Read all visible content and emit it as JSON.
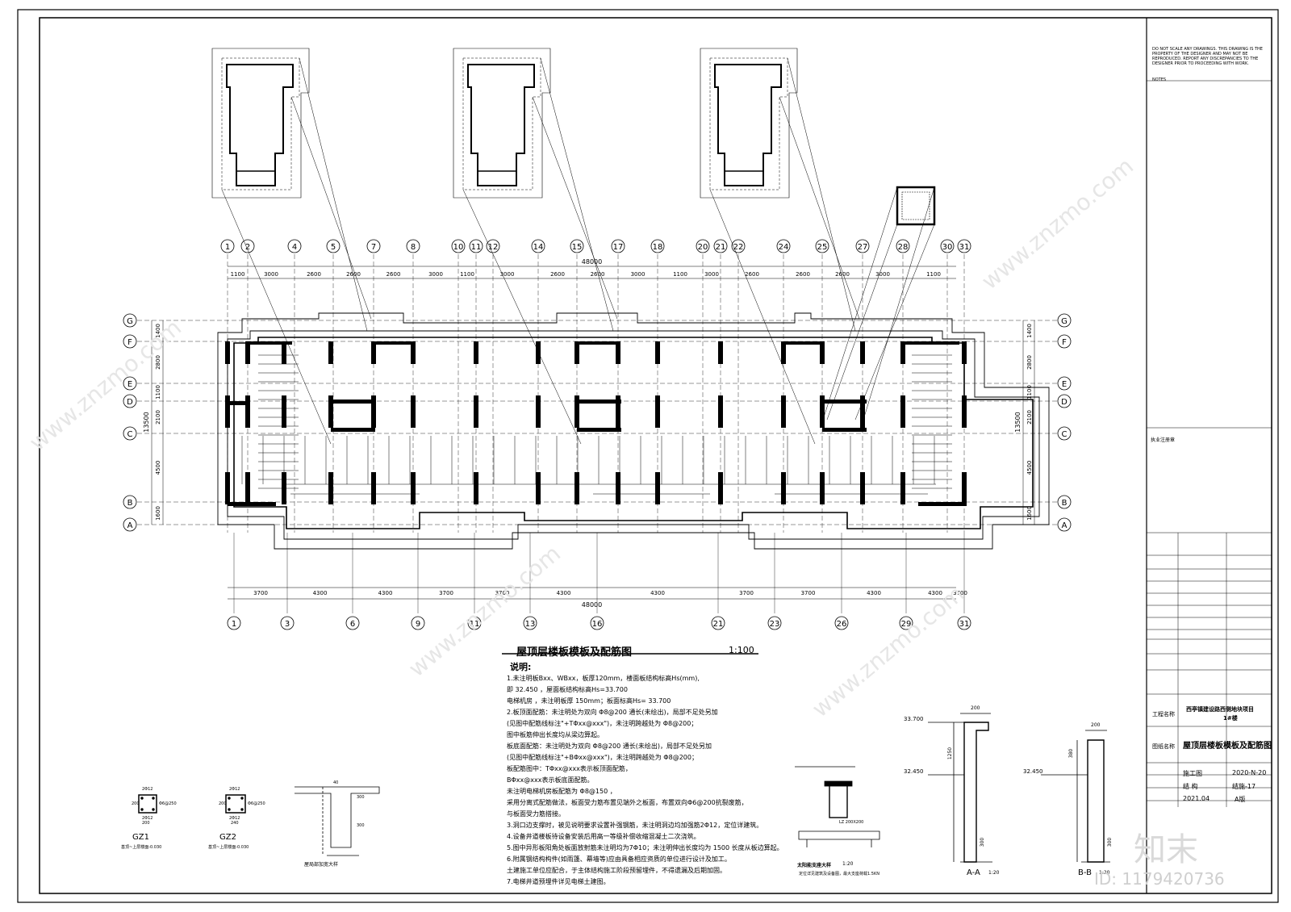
{
  "drawing": {
    "title": "屋顶层楼板模板及配筋图",
    "scale": "1:100",
    "top_axes": [
      "1",
      "2",
      "4",
      "5",
      "7",
      "8",
      "10",
      "11",
      "12",
      "14",
      "15",
      "17",
      "18",
      "20",
      "21",
      "22",
      "24",
      "25",
      "27",
      "28",
      "30",
      "31"
    ],
    "bottom_axes": [
      "1",
      "3",
      "6",
      "9",
      "11",
      "13",
      "16",
      "21",
      "23",
      "26",
      "29",
      "31"
    ],
    "row_axes": [
      "G",
      "F",
      "E",
      "D",
      "C",
      "B",
      "A"
    ],
    "top_dims": [
      "1100",
      "3000",
      "2600",
      "2600",
      "2600",
      "3000",
      "1100",
      "3000",
      "2600",
      "2600",
      "3000",
      "1100",
      "3000",
      "2600",
      "2600",
      "2600",
      "3000",
      "1100"
    ],
    "top_total": "48000",
    "bottom_dims": [
      "3700",
      "4300",
      "4300",
      "3700",
      "3700",
      "4300",
      "4300",
      "3700",
      "3700",
      "4300",
      "4300",
      "3700"
    ],
    "bottom_total": "48000",
    "left_dims": [
      "1400",
      "2800",
      "1100",
      "2100",
      "4500",
      "1600"
    ],
    "left_total": "13500",
    "right_dims": [
      "1400",
      "2800",
      "1100",
      "2100",
      "4500",
      "1600"
    ],
    "right_total": "13500"
  },
  "notes": {
    "heading": "说明:",
    "lines": [
      "1.未注明板Bxx、WBxx，板厚120mm，楼面板结构标高Hs(mm),",
      "   即 32.450 ，屋面板结构标高Hs=33.700",
      "   电梯机房    ，未注明板厚 150mm；板面标高Hs= 33.700",
      "2.板顶面配筋：未注明处为双向 Φ8@200 通长(未绘出)，局部不足处另加",
      "   (见图中配筋线标注\"+TΦxx@xxx\")，未注明跨越处为 Φ8@200；",
      "   图中板筋伸出长度均从梁边算起。",
      "   板底面配筋：未注明处为双向 Φ8@200 通长(未绘出)，局部不足处另加",
      "   (见图中配筋线标注\"+BΦxx@xxx\")，未注明跨越处为 Φ8@200；",
      "   板配筋图中：TΦxx@xxx表示板顶面配筋，",
      "   BΦxx@xxx表示板底面配筋。",
      "   未注明电梯机房板配筋为 Φ8@150 ，",
      "   采用分离式配筋做法，板面受力筋布置见端外之板面，布置双向Φ6@200抗裂废筋，",
      "   与板面受力筋搭接。",
      "3.洞口边支撑时，被见说明要求设置补强钢筋，未注明洞边均加强筋2Φ12，定位详建筑。",
      "4.设备井道楼板待设备安装后用高一等级补偿收缩混凝土二次浇筑。",
      "5.图中异形板阳角处板面放射筋未注明均为7Φ10；未注明伸出长度均为 1500 长度从板边算起。",
      "6.附属钢结构构件(如雨篷、幕墙等)应由具备相应资质的单位进行设计及加工。",
      "   土建施工单位应配合，于主体结构施工阶段预留埋件，不得遗漏及后期加固。",
      "7.电梯井道预埋件详见电梯土建图。"
    ]
  },
  "details": {
    "gz1": {
      "label": "GZ1",
      "sub": "基顶~上层楼面-0.030",
      "top": "2Φ12",
      "bot": "2Φ12",
      "stir": "Φ6@250",
      "w": "200",
      "h": "200"
    },
    "gz2": {
      "label": "GZ2",
      "sub": "基顶~上层楼面-0.030",
      "top": "2Φ12",
      "bot": "2Φ12",
      "stir": "Φ6@250",
      "w": "240",
      "h": "200"
    },
    "parapet": {
      "label": "屋局部加宽大样",
      "dim1": "300",
      "dim2": "300",
      "dim3": "40"
    },
    "solar": {
      "label": "太阳能支座大样",
      "scale": "1:20",
      "note": "定位详见建筑及设备图，最大支座荷载1.5KN",
      "tag": "LZ 200X200"
    },
    "aa": {
      "label": "A-A",
      "scale": "1:20",
      "lvl_top": "33.700",
      "lvl_bot": "32.450",
      "h": "1250",
      "w": "200",
      "c": "300"
    },
    "bb": {
      "label": "B-B",
      "scale": "1:20",
      "lvl_bot": "32.450",
      "h": "380",
      "w": "200",
      "c": "300"
    }
  },
  "title_block": {
    "disclaimer": "DO NOT SCALE ANY DRAWINGS. THIS DRAWING IS THE PROPERTY OF THE DESIGNER AND MAY NOT BE REPRODUCED. REPORT ANY DISCREPANCIES TO THE DESIGNER PRIOR TO PROCEEDING WITH WORK.",
    "notes_label": "NOTES",
    "seal_label": "执业注册章",
    "project": "西亭镇建设路西侧地块项目",
    "building": "1#楼",
    "drawing_name": "屋顶层楼板模板及配筋图",
    "stage": "施工图",
    "discipline": "结 构",
    "date": "2021.04",
    "date2": "2020-N-20",
    "sheet": "结施-17",
    "version": "A版",
    "project_label": "工程名称",
    "drawing_label": "图纸名称"
  },
  "overlay": {
    "site_logo": "知末",
    "id_label": "ID: 1179420736",
    "watermark": "www.znzmo.com"
  }
}
